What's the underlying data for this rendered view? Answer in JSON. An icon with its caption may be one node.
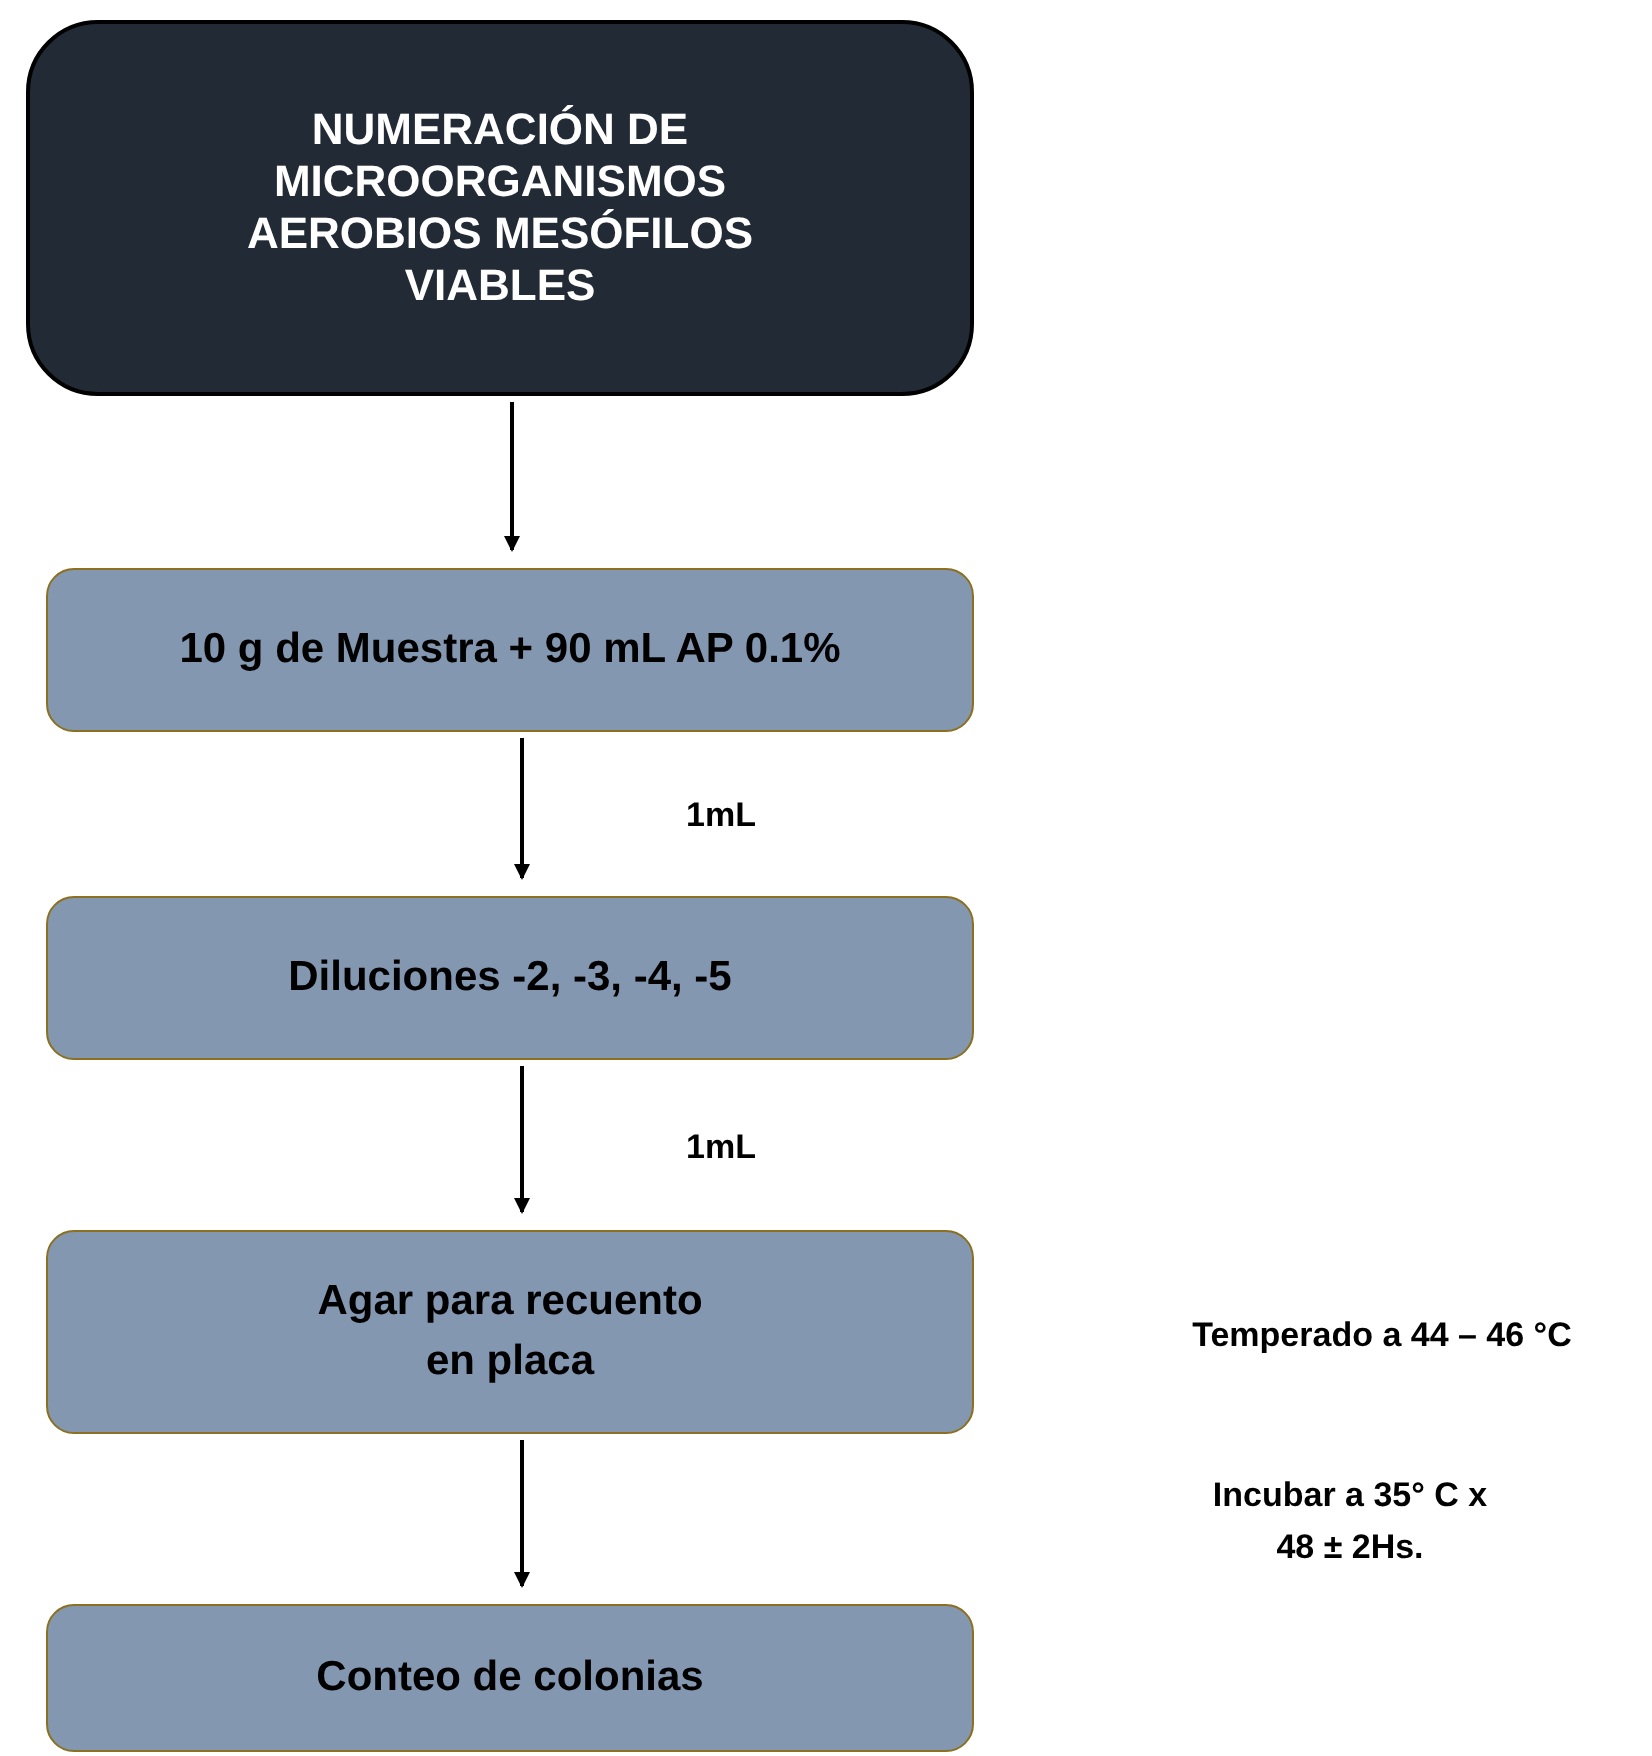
{
  "diagram": {
    "nodes": [
      {
        "text": [
          "NUMERACIÓN DE MICROORGANISMOS AEROBIOS MESÓFILOS VIABLES"
        ]
      },
      {
        "text": [
          "10 g de Muestra + 90 mL AP 0.1%"
        ]
      },
      {
        "text": [
          "Diluciones -2, -3, -4, -5"
        ]
      },
      {
        "text": [
          "Agar para recuento en placa"
        ]
      },
      {
        "text": [
          "Conteo de colonias"
        ]
      }
    ],
    "edges": [
      {
        "from": 0,
        "to": 1,
        "arrow": "to"
      },
      {
        "from": 1,
        "to": 2,
        "arrow": "to",
        "label": "1mL"
      },
      {
        "from": 2,
        "to": 3,
        "arrow": "to",
        "label": "1mL"
      },
      {
        "from": 3,
        "to": 4,
        "arrow": "to"
      }
    ],
    "labels": [
      "Temperado a 44 – 46 °C",
      "Incubar a 35° C x 48 ± 2Hs."
    ]
  }
}
